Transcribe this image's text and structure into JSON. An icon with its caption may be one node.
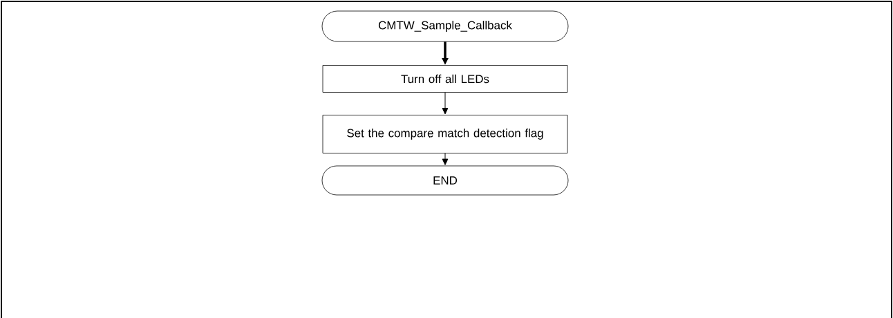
{
  "diagram": {
    "nodes": [
      {
        "text": [
          "CMTW_Sample_Callback"
        ]
      },
      {
        "text": [
          "Turn off all LEDs"
        ]
      },
      {
        "text": [
          "Set the compare match detection flag"
        ]
      },
      {
        "text": [
          "END"
        ]
      }
    ],
    "edges": [
      {
        "from": 0,
        "to": 1,
        "arrow": "to",
        "style": "thick"
      },
      {
        "from": 1,
        "to": 2,
        "arrow": "to"
      },
      {
        "from": 2,
        "to": 3,
        "arrow": "to"
      }
    ]
  }
}
